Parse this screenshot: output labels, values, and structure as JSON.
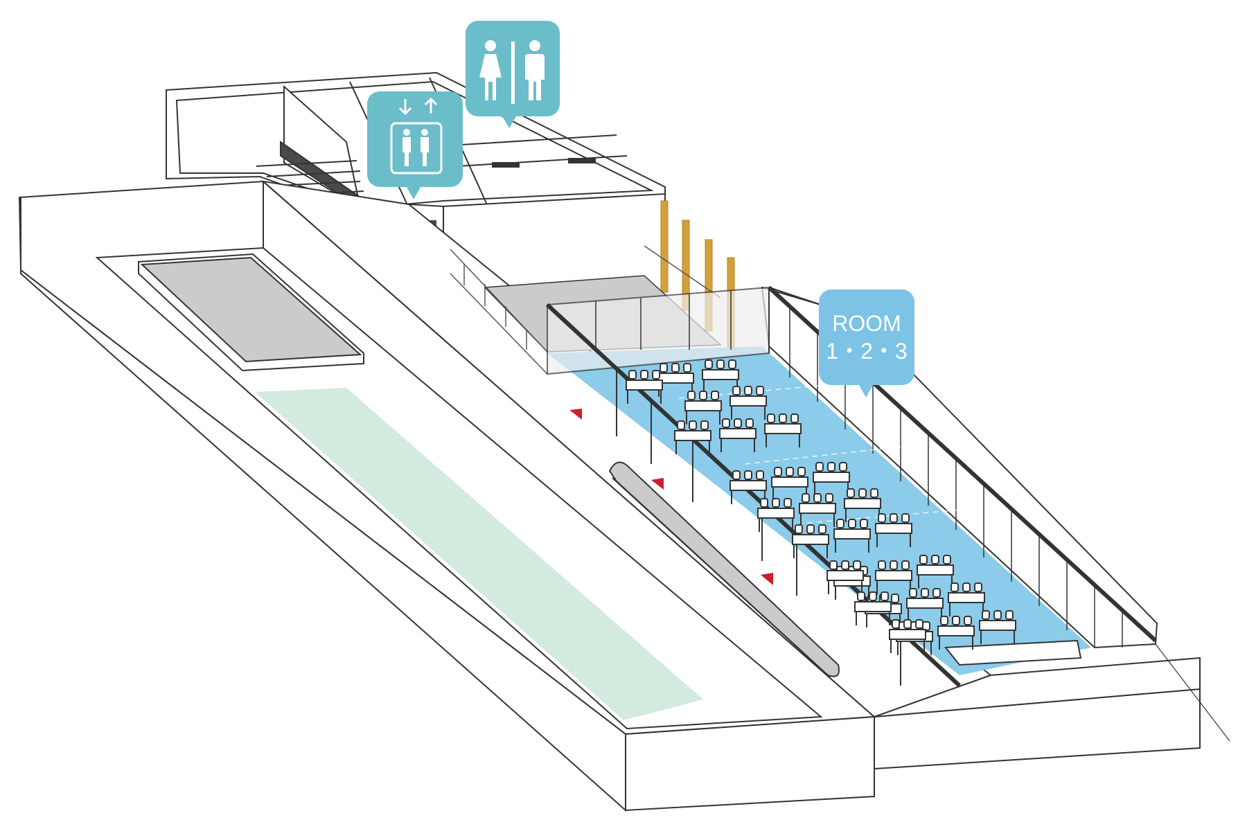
{
  "diagram": {
    "colors": {
      "outline": "#333333",
      "room_floor": "#8ccbe9",
      "green_zone": "#d3eadf",
      "gray_area": "#cbcbcb",
      "badge_teal": "#6bbdca",
      "badge_blue": "#7cc3e6",
      "wood_pillar": "#d3a13a",
      "entry_marker": "#cc1f2a",
      "stair_dark": "#4a4a4a"
    },
    "badges": [
      {
        "icon": "restroom-icon"
      },
      {
        "icon": "elevator-icon"
      },
      {
        "icon": "room-label",
        "lines": [
          "ROOM",
          "1・2・3"
        ]
      }
    ]
  }
}
